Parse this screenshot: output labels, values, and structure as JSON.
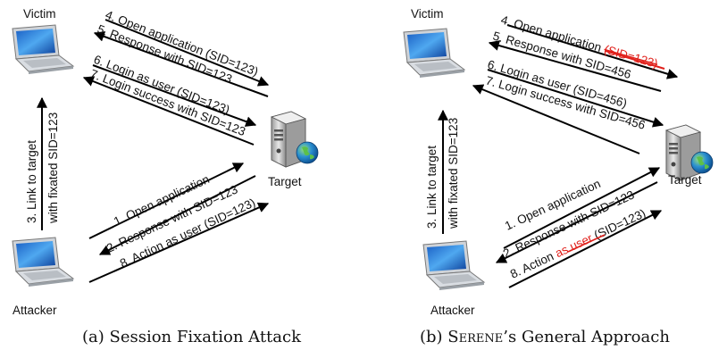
{
  "panel_a": {
    "caption": "(a) Session Fixation Attack",
    "nodes": {
      "victim": "Victim",
      "attacker": "Attacker",
      "target": "Target"
    },
    "link_line1": "3. Link to target",
    "link_line2": "with fixated SID=123",
    "steps": [
      "4. Open application (SID=123)",
      "5. Response with SID=123",
      "6. Login as user (SID=123)",
      "7. Login success with SID=123",
      "1. Open application",
      "2. Response with SID=123",
      "8. Action as user (SID=123)"
    ]
  },
  "panel_b": {
    "caption_prefix": "(b) ",
    "caption_sc": "Serene",
    "caption_rest": "’s General Approach",
    "nodes": {
      "victim": "Victim",
      "attacker": "Attacker",
      "target": "Target"
    },
    "link_line1": "3. Link to target",
    "link_line2": "with fixated SID=123",
    "step4_main": "4. Open application ",
    "step4_struck": "(SID=123)",
    "step5": "5. Response with SID=456",
    "step6": "6. Login as user (SID=456)",
    "step7": "7. Login success with SID=456",
    "step1": "1. Open application",
    "step2": "2. Response with SID=123",
    "step8_pre": "8. Action ",
    "step8_struck": "as user",
    "step8_post": " (SID=123)"
  },
  "icons": {
    "laptop": "laptop-icon",
    "server": "server-icon",
    "globe": "globe-icon"
  }
}
